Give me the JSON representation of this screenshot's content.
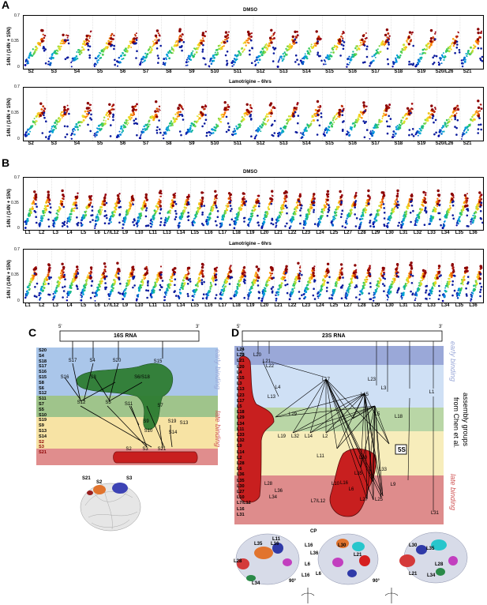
{
  "panels": {
    "A": {
      "label": "A",
      "y_label": "14N / (14N + 15N)",
      "yticks": [
        "0.7",
        "0.35",
        "0"
      ],
      "top_title": "DMSO",
      "bottom_title": "Lamotrigine – 6hrs",
      "x_labels": [
        "S2",
        "S3",
        "S4",
        "S5",
        "S6",
        "S7",
        "S8",
        "S9",
        "S10",
        "S11",
        "S12",
        "S13",
        "S14",
        "S15",
        "S16",
        "S17",
        "S18",
        "S19",
        "S20/L26",
        "S21"
      ]
    },
    "B": {
      "label": "B",
      "y_label": "14N / (14N + 15N)",
      "yticks": [
        "0.7",
        "0.35",
        "0"
      ],
      "top_title": "DMSO",
      "bottom_title": "Lamotrigine – 6hrs",
      "x_labels": [
        "L1",
        "L2",
        "L3",
        "L4",
        "L5",
        "L6",
        "L7/L12",
        "L9",
        "L10",
        "L11",
        "L13",
        "L14",
        "L15",
        "L16",
        "L17",
        "L18",
        "L19",
        "L20",
        "L21",
        "L22",
        "L23",
        "L24",
        "L25",
        "L27",
        "L28",
        "L29",
        "L30",
        "L31",
        "L32",
        "L33",
        "L34",
        "L35",
        "L36"
      ]
    },
    "C": {
      "label": "C",
      "rna_title": "16S RNA",
      "five": "5'",
      "three": "3'",
      "early": "early binding",
      "late": "late binding",
      "stack": [
        "S20",
        "S4",
        "S18",
        "S17",
        "S16",
        "S15",
        "S8",
        "S6",
        "S12",
        "S11",
        "S7",
        "S5",
        "S10",
        "S19",
        "S9",
        "S13",
        "S14",
        "S2",
        "S3",
        "S21"
      ],
      "nodes": [
        "S17",
        "S4",
        "S20",
        "S16",
        "S8",
        "S6/S18",
        "S12",
        "S5",
        "S15",
        "S11",
        "S7",
        "S9",
        "S19",
        "S10",
        "S14",
        "S13",
        "S2",
        "S3",
        "S21"
      ],
      "struct_labels": [
        "S21",
        "S2",
        "S3"
      ]
    },
    "D": {
      "label": "D",
      "rna_title": "23S RNA",
      "five": "5'",
      "three": "3'",
      "early": "early binding",
      "late": "late binding",
      "assembly": "assembly groups",
      "assembly2": "from Chen et al.",
      "stack": [
        "L24",
        "L22",
        "L21",
        "L20",
        "L4",
        "L15",
        "L3",
        "L13",
        "L23",
        "L17",
        "L5",
        "L18",
        "L29",
        "L34",
        "L11",
        "L33",
        "L32",
        "L9",
        "L14",
        "L2",
        "L28",
        "L6",
        "L36",
        "L35",
        "L30",
        "L27",
        "L10",
        "L7/L12",
        "L16",
        "L31"
      ],
      "nodes": [
        "L24",
        "L20",
        "L21",
        "L22",
        "L17",
        "L23",
        "L3",
        "L1",
        "L4",
        "L13",
        "L15",
        "L29",
        "L19",
        "L32",
        "L14",
        "L2",
        "L5",
        "L18",
        "L11",
        "L33",
        "L9",
        "L10",
        "L7/L12",
        "L27",
        "L25",
        "L31",
        "L28",
        "L36",
        "L34",
        "L16",
        "L35",
        "L30",
        "L6"
      ],
      "box5s": "5S",
      "struct_labels": [
        "CP",
        "L11",
        "L35",
        "L16",
        "L28",
        "L34",
        "L6",
        "L16",
        "L30",
        "L36",
        "L21",
        "L6",
        "L16",
        "L30",
        "L35",
        "L28",
        "L21",
        "L34"
      ],
      "rot1": "90°",
      "rot2": "90°"
    }
  },
  "colors": {
    "early_c": "#aac6ea",
    "mid_green": "#9fc48b",
    "mid_yellow": "#f7e3a4",
    "late_red": "#e08d8d",
    "dark_green": "#2e7d32",
    "dark_red": "#c81f1f",
    "d_early": "#9aa8d8"
  }
}
